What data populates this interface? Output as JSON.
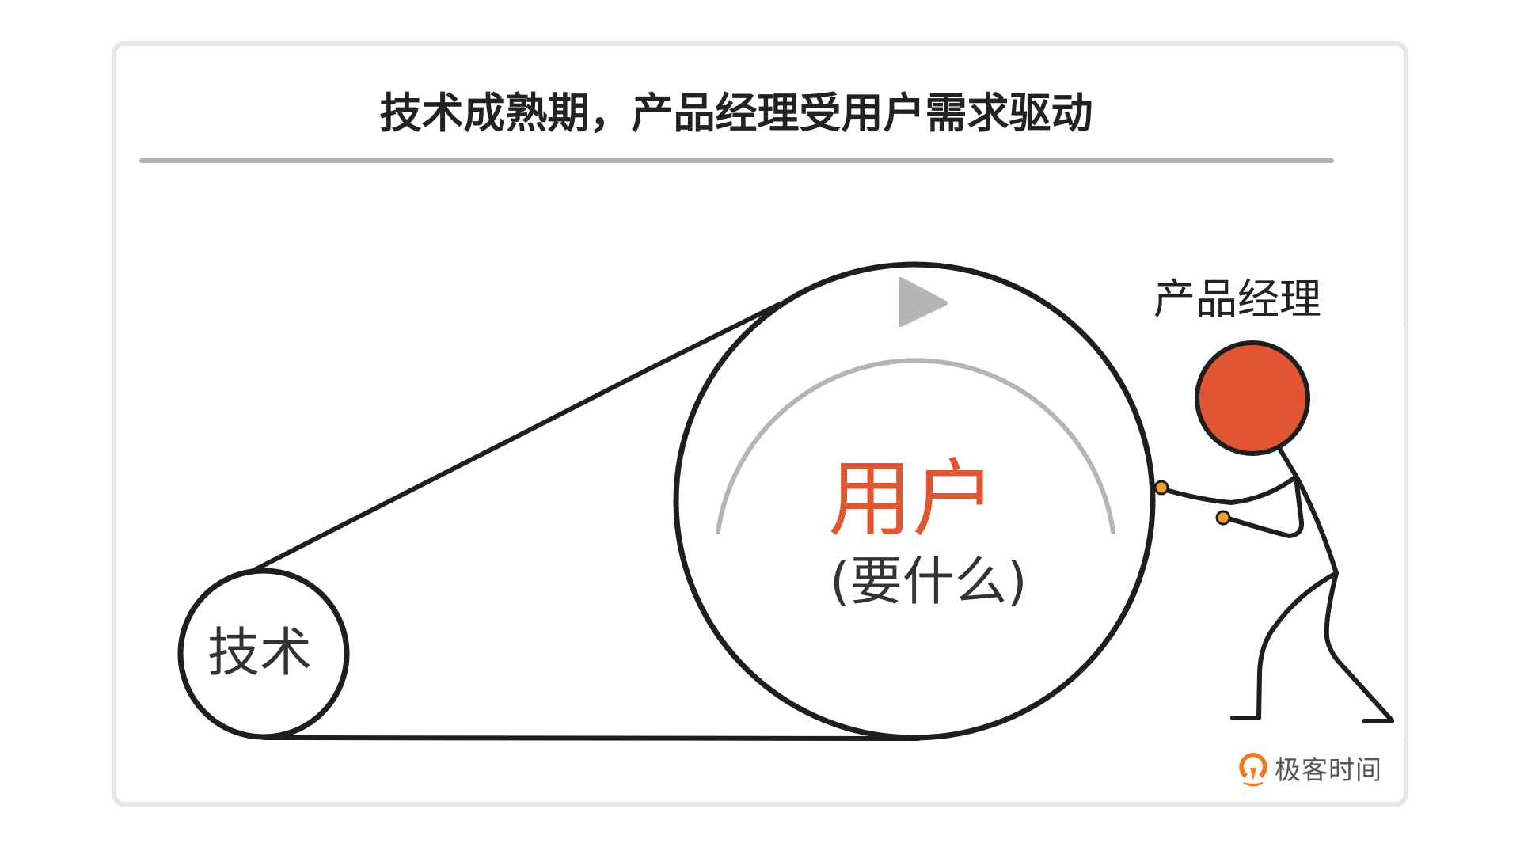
{
  "title": "技术成熟期，产品经理受用户需求驱动",
  "diagram": {
    "small_wheel": {
      "label": "技术"
    },
    "big_wheel": {
      "label": "用户",
      "sublabel": "(要什么)"
    },
    "pusher": {
      "label": "产品经理"
    },
    "rotation_direction": "clockwise"
  },
  "brand": {
    "icon": "geektime-logo-icon",
    "name": "极客时间"
  },
  "colors": {
    "accent": "#e05532",
    "hand": "#f0a030",
    "outline": "#1e1e1e",
    "arrow": "#b5b5b5",
    "frame": "#e6e6e6",
    "divider": "#b3b3b3",
    "brand": "#f07a22"
  }
}
